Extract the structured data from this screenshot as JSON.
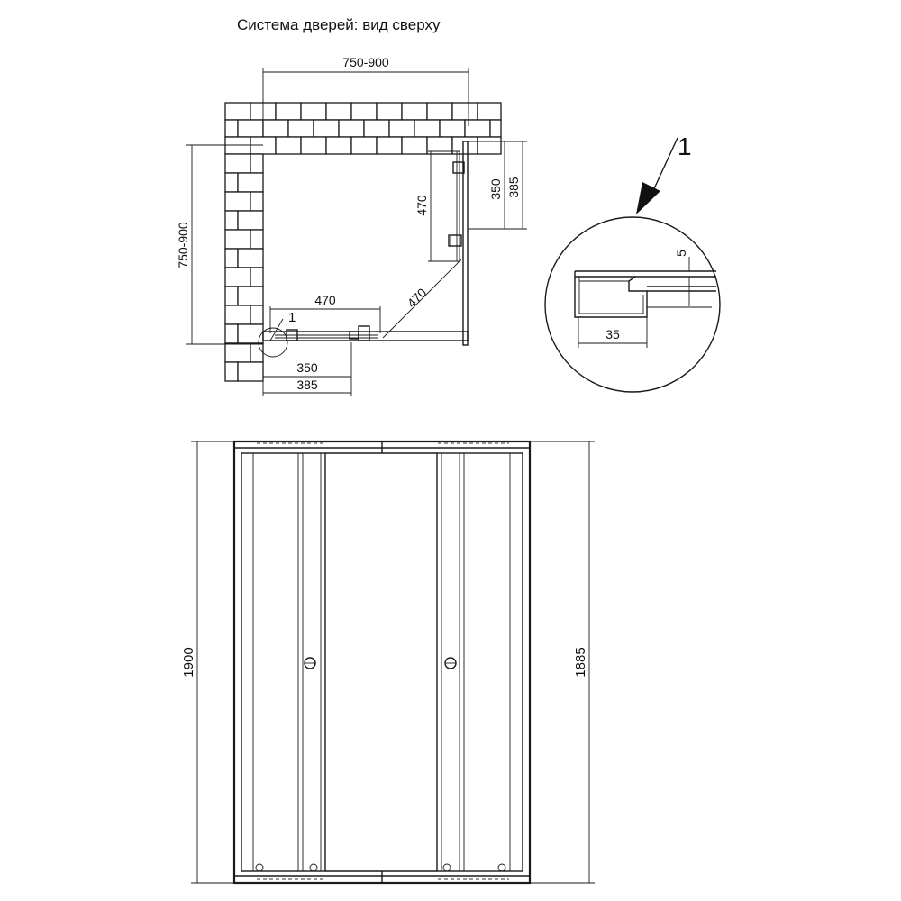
{
  "title": "Система дверей: вид сверху",
  "plan": {
    "width_label": "750-900",
    "depth_label": "750-900",
    "door_width_right": "470",
    "door_travel_right_1": "350",
    "door_travel_right_2": "385",
    "door_width_bottom": "470",
    "door_travel_bottom_1": "350",
    "door_travel_bottom_2": "385",
    "diagonal_label": "470",
    "callout_marker": "1"
  },
  "detail": {
    "marker": "1",
    "gap_label": "5",
    "profile_width_label": "35"
  },
  "front": {
    "height_left": "1900",
    "height_right": "1885"
  }
}
